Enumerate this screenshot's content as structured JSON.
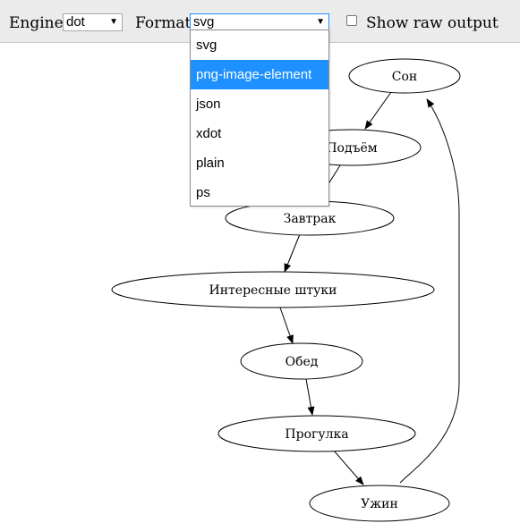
{
  "toolbar": {
    "engine_label": "Engine:",
    "engine_value": "dot",
    "format_label": "Format:",
    "format_value": "svg",
    "raw_output_label": "Show raw output",
    "raw_output_checked": false
  },
  "format_dropdown": {
    "options": [
      "svg",
      "png-image-element",
      "json",
      "xdot",
      "plain",
      "ps"
    ],
    "highlighted": "png-image-element"
  },
  "graph": {
    "nodes": [
      "Сон",
      "Подъём",
      "Завтрак",
      "Интересные штуки",
      "Обед",
      "Прогулка",
      "Ужин"
    ],
    "edges": [
      [
        "Сон",
        "Подъём"
      ],
      [
        "Подъём",
        "Завтрак"
      ],
      [
        "Завтрак",
        "Интересные штуки"
      ],
      [
        "Интересные штуки",
        "Обед"
      ],
      [
        "Обед",
        "Прогулка"
      ],
      [
        "Прогулка",
        "Ужин"
      ],
      [
        "Ужин",
        "Сон"
      ]
    ]
  },
  "colors": {
    "highlight": "#1e90ff",
    "toolbar_bg": "#ebebeb"
  }
}
